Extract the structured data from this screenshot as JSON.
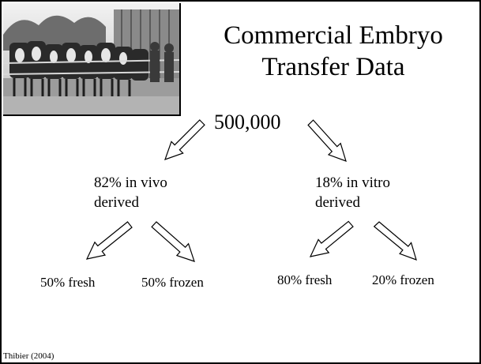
{
  "title": {
    "line1": "Commercial Embryo",
    "line2": "Transfer Data"
  },
  "photo": {
    "icon": "cattle-herd-photo"
  },
  "root": {
    "value": "500,000"
  },
  "branches": [
    {
      "line1": "82% in vivo",
      "line2": "derived",
      "children": [
        "50% fresh",
        "50% frozen"
      ]
    },
    {
      "line1": "18% in vitro",
      "line2": "derived",
      "children": [
        "80% fresh",
        "20% frozen"
      ]
    }
  ],
  "footer": {
    "citation": "Thibier (2004)"
  },
  "colors": {
    "text": "#000000",
    "background": "#ffffff",
    "arrow_fill": "#ffffff",
    "arrow_stroke": "#000000"
  }
}
